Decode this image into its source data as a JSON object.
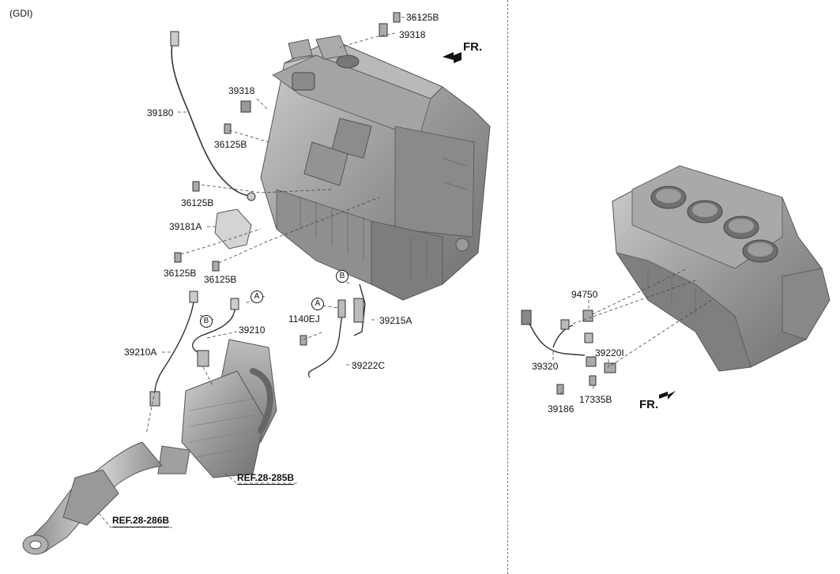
{
  "header": {
    "engine_type": "(GDI)"
  },
  "orientation": {
    "left_fr": "FR.",
    "right_fr": "FR."
  },
  "parts_left": {
    "p36125B_top": "36125B",
    "p39318_top": "39318",
    "p39318_mid": "39318",
    "p36125B_mid": "36125B",
    "p39180": "39180",
    "p36125B_left": "36125B",
    "p39181A": "39181A",
    "p36125B_bl1": "36125B",
    "p36125B_bl2": "36125B",
    "p1140EJ": "1140EJ",
    "p39215A": "39215A",
    "p39222C": "39222C",
    "p39210": "39210",
    "p39210A": "39210A"
  },
  "callouts": {
    "a1": "A",
    "a2": "A",
    "b1": "B",
    "b2": "B"
  },
  "refs": {
    "ref285": "REF.28-285B",
    "ref286": "REF.28-286B"
  },
  "parts_right": {
    "p94750": "94750",
    "p39220I": "39220I",
    "p39320": "39320",
    "p17335B": "17335B",
    "p39186": "39186"
  }
}
